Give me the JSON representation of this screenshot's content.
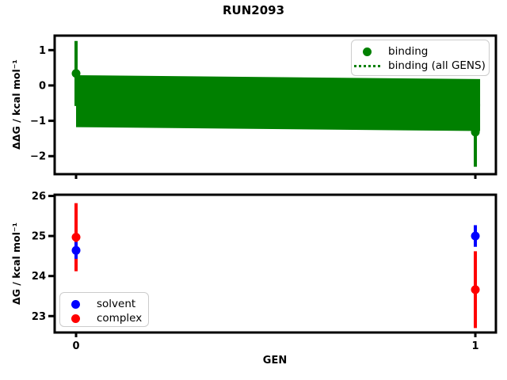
{
  "figure": {
    "title": "RUN2093",
    "background": "#ffffff"
  },
  "chart_data": [
    {
      "type": "scatter",
      "subplot": "top",
      "ylabel": "ΔΔG / kcal mol⁻¹",
      "xlim": [
        -0.0536,
        1.0515
      ],
      "ylim": [
        -2.51,
        1.41
      ],
      "yticks": [
        {
          "v": 1,
          "label": "1"
        },
        {
          "v": 0,
          "label": "0"
        },
        {
          "v": -1,
          "label": "−1"
        },
        {
          "v": -2,
          "label": "−2"
        }
      ],
      "xticks": [
        {
          "v": 0,
          "label": "0"
        },
        {
          "v": 1,
          "label": "1"
        }
      ],
      "show_xtick_labels": false,
      "grid": false,
      "series": [
        {
          "name": "binding",
          "color": "#008000",
          "marker": "circle",
          "points": [
            {
              "x": 0,
              "y": 0.34,
              "yerr": 0.92
            },
            {
              "x": 1,
              "y": -1.32,
              "yerr": 0.98
            }
          ]
        }
      ],
      "band": {
        "name": "binding (all GENS)",
        "color": "#008000",
        "style": "dotted-center-line",
        "x": [
          0,
          1
        ],
        "high": [
          0.29,
          0.18
        ],
        "low": [
          -1.18,
          -1.29
        ],
        "center": [
          -0.45,
          -0.56
        ]
      },
      "legend": {
        "position": "upper-right",
        "entries": [
          {
            "label": "binding",
            "marker": "circle",
            "color": "#008000"
          },
          {
            "label": "binding (all GENS)",
            "marker": "dotted-line",
            "color": "#008000"
          }
        ]
      }
    },
    {
      "type": "scatter",
      "subplot": "bottom",
      "xlabel": "GEN",
      "ylabel": "ΔG / kcal mol⁻¹",
      "xlim": [
        -0.0536,
        1.0515
      ],
      "ylim": [
        22.59,
        26.03
      ],
      "yticks": [
        {
          "v": 26,
          "label": "26"
        },
        {
          "v": 25,
          "label": "25"
        },
        {
          "v": 24,
          "label": "24"
        },
        {
          "v": 23,
          "label": "23"
        }
      ],
      "xticks": [
        {
          "v": 0,
          "label": "0"
        },
        {
          "v": 1,
          "label": "1"
        }
      ],
      "show_xtick_labels": true,
      "grid": false,
      "series": [
        {
          "name": "complex",
          "color": "#ff0000",
          "marker": "circle",
          "points": [
            {
              "x": 0,
              "y": 24.97,
              "yerr": 0.85
            },
            {
              "x": 1,
              "y": 23.66,
              "yerr": 0.96
            }
          ]
        },
        {
          "name": "solvent",
          "color": "#0000ff",
          "marker": "circle",
          "points": [
            {
              "x": 0,
              "y": 24.64,
              "yerr": 0.21
            },
            {
              "x": 1,
              "y": 25.0,
              "yerr": 0.27
            }
          ]
        }
      ],
      "legend": {
        "position": "lower-left",
        "entries": [
          {
            "label": "solvent",
            "marker": "circle",
            "color": "#0000ff"
          },
          {
            "label": "complex",
            "marker": "circle",
            "color": "#ff0000"
          }
        ]
      }
    }
  ]
}
